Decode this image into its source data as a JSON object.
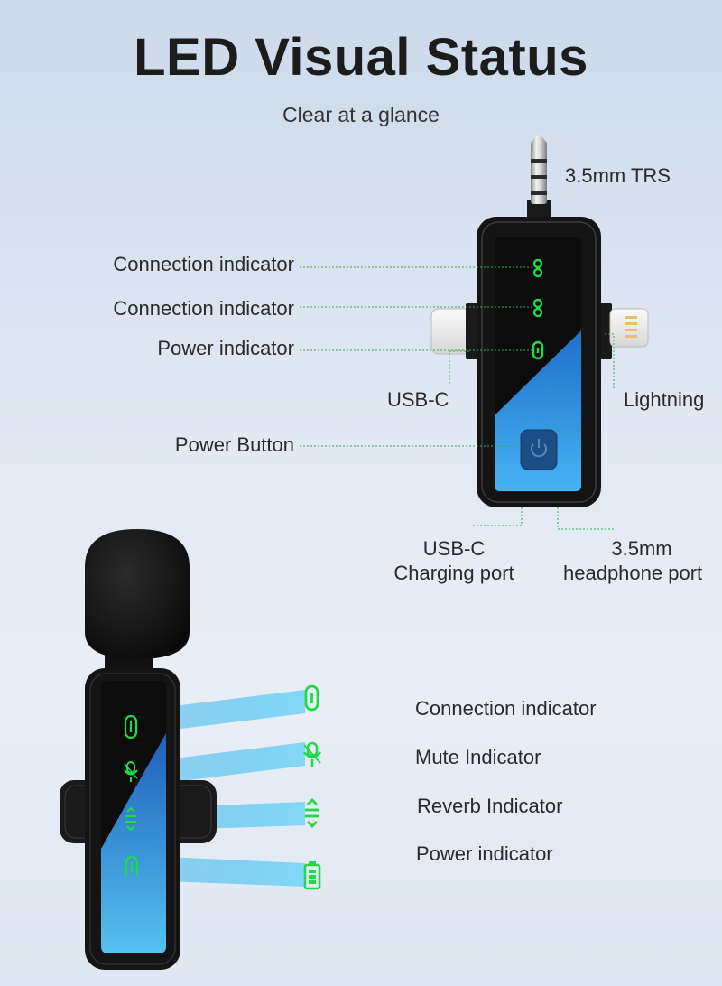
{
  "header": {
    "title": "LED Visual Status",
    "subtitle": "Clear at a glance"
  },
  "receiver": {
    "labels": {
      "jack": "3.5mm TRS",
      "connection_1": "Connection indicator",
      "connection_2": "Connection indicator",
      "power": "Power indicator",
      "usbc": "USB-C",
      "lightning": "Lightning",
      "power_button": "Power Button",
      "charging_port_line1": "USB-C",
      "charging_port_line2": "Charging port",
      "headphone_port_line1": "3.5mm",
      "headphone_port_line2": "headphone port"
    }
  },
  "transmitter": {
    "labels": {
      "connection": "Connection indicator",
      "mute": "Mute Indicator",
      "reverb": "Reverb Indicator",
      "power": "Power indicator"
    },
    "icons": [
      "link-icon",
      "microphone-icon",
      "reverb-icon",
      "battery-icon"
    ]
  },
  "colors": {
    "led_green": "#22d94a",
    "panel_blue": "#2f86d6",
    "device_black": "#141414",
    "leader_green": "#3aa84c",
    "beam_blue": "#5cc6ef"
  }
}
